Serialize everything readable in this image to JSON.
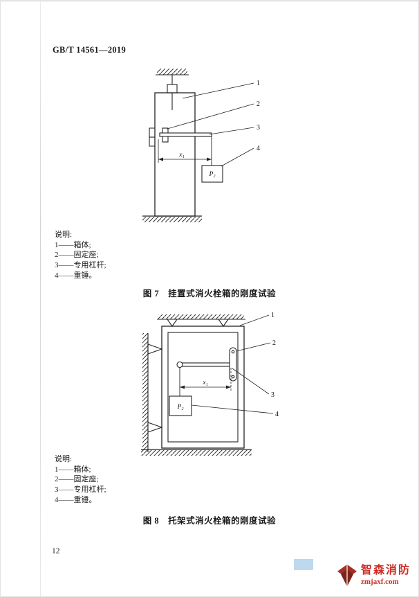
{
  "header": {
    "standard_code": "GB/T 14561—2019"
  },
  "figure7": {
    "callouts": {
      "c1": "1",
      "c2": "2",
      "c3": "3",
      "c4": "4"
    },
    "dim_label": "x₁",
    "weight_label": "P₂",
    "legend": {
      "title": "说明:",
      "items": [
        "1——箱体;",
        "2——固定座;",
        "3——专用杠杆;",
        "4——重锤。"
      ]
    },
    "caption": "图 7　挂置式消火栓箱的刚度试验"
  },
  "figure8": {
    "callouts": {
      "c1": "1",
      "c2": "2",
      "c3": "3",
      "c4": "4"
    },
    "dim_label": "x₁",
    "weight_label": "P₂",
    "legend": {
      "title": "说明:",
      "items": [
        "1——箱体;",
        "2——固定座;",
        "3——专用杠杆;",
        "4——重锤。"
      ]
    },
    "caption": "图 8　托架式消火栓箱的刚度试验"
  },
  "footer": {
    "page_number": "12",
    "watermark": {
      "brand": "智森消防",
      "site": "zmjaxf.com"
    }
  },
  "colors": {
    "brand_red": "#cf2e26",
    "logo_maroon": "#8d2b22",
    "artifact_blue": "#bed8ed",
    "line_ink": "#222222"
  }
}
